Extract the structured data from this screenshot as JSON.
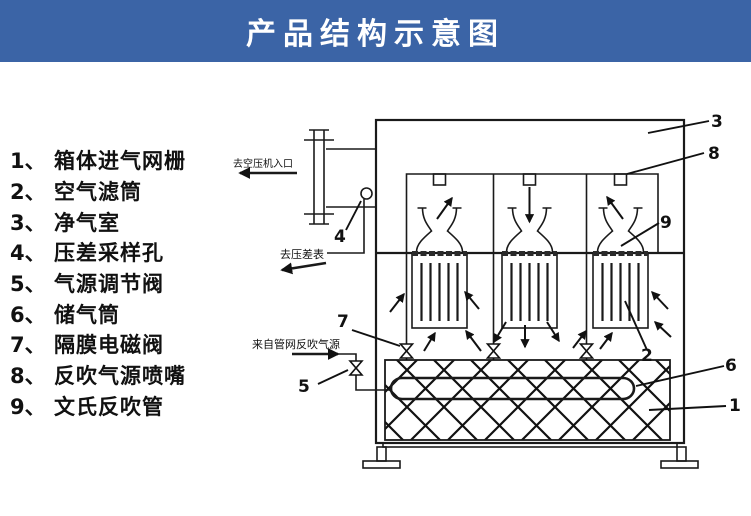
{
  "header": {
    "title": "产品结构示意图",
    "bg_color": "#3b64a6",
    "text_color": "#ffffff"
  },
  "legend": {
    "items": [
      {
        "no": "1、",
        "label": "箱体进气网栅"
      },
      {
        "no": "2、",
        "label": "空气滤筒"
      },
      {
        "no": "3、",
        "label": "净气室"
      },
      {
        "no": "4、",
        "label": "压差采样孔"
      },
      {
        "no": "5、",
        "label": "气源调节阀"
      },
      {
        "no": "6、",
        "label": "储气筒"
      },
      {
        "no": "7、",
        "label": "隔膜电磁阀"
      },
      {
        "no": "8、",
        "label": "反吹气源喷嘴"
      },
      {
        "no": "9、",
        "label": "文氏反吹管"
      }
    ]
  },
  "diagram": {
    "line_color": "#1a1a1a",
    "labels": {
      "to_compressor_inlet": "去空压机入口",
      "to_dp_gauge": "去压差表",
      "backflush_source": "来自管网反吹气源"
    },
    "part_numbers": {
      "p1": "1",
      "p2": "2",
      "p3": "3",
      "p4": "4",
      "p5": "5",
      "p6": "6",
      "p7": "7",
      "p8": "8",
      "p9": "9"
    }
  }
}
